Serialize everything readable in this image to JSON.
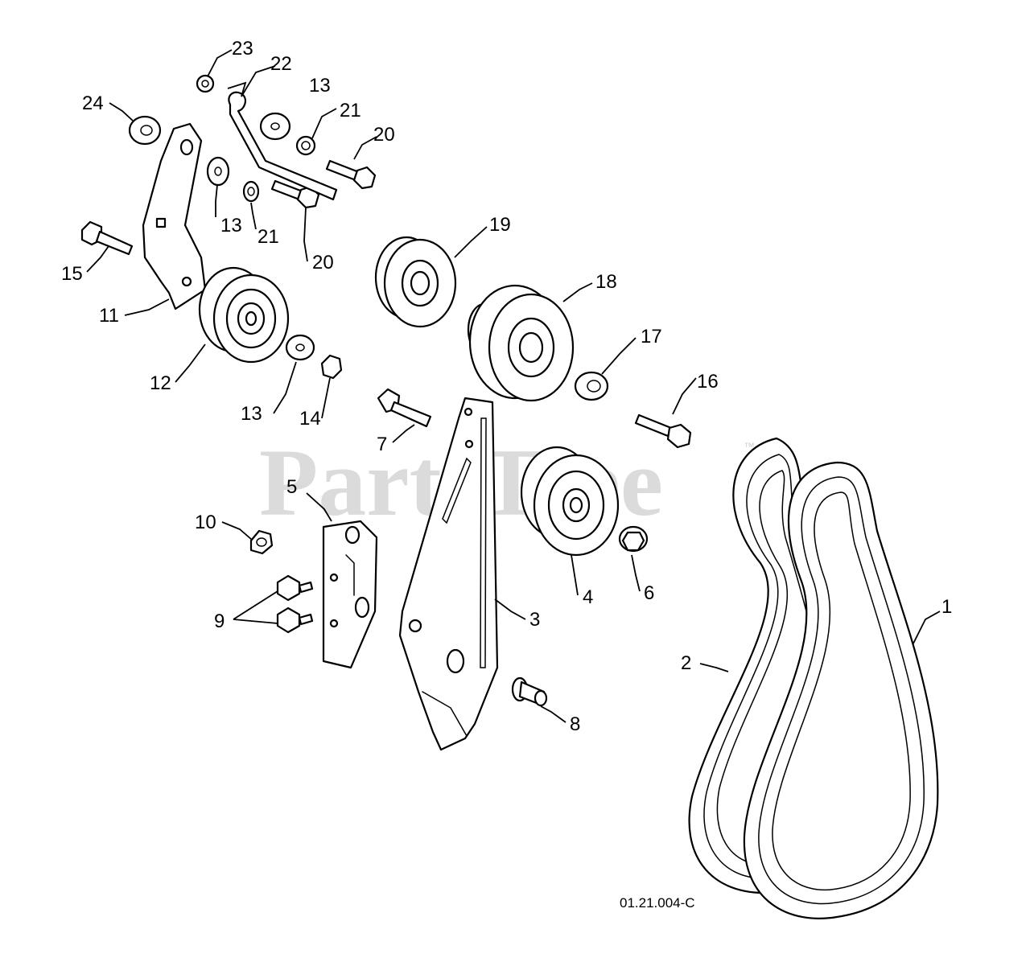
{
  "watermark": {
    "text": "PartsTree",
    "mark": "™"
  },
  "drawing_code": "01.21.004-C",
  "callouts": {
    "c1": "1",
    "c2": "2",
    "c3": "3",
    "c4": "4",
    "c5": "5",
    "c6": "6",
    "c7": "7",
    "c8": "8",
    "c9": "9",
    "c10": "10",
    "c11": "11",
    "c12": "12",
    "c13a": "13",
    "c13b": "13",
    "c13c": "13",
    "c14": "14",
    "c15": "15",
    "c16": "16",
    "c17": "17",
    "c18": "18",
    "c19": "19",
    "c20a": "20",
    "c20b": "20",
    "c21a": "21",
    "c21b": "21",
    "c22": "22",
    "c23": "23",
    "c24": "24"
  }
}
